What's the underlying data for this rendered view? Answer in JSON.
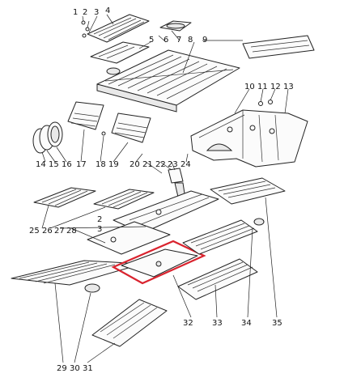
{
  "colors": {
    "highlight": "#d9232e",
    "line": "#222222",
    "paper": "#ffffff"
  },
  "callouts": [
    {
      "id": "c1",
      "text": "1"
    },
    {
      "id": "c2",
      "text": "2"
    },
    {
      "id": "c3",
      "text": "3"
    },
    {
      "id": "c4",
      "text": "4"
    },
    {
      "id": "c5",
      "text": "5"
    },
    {
      "id": "c6",
      "text": "6"
    },
    {
      "id": "c7",
      "text": "7"
    },
    {
      "id": "c8",
      "text": "8"
    },
    {
      "id": "c9",
      "text": "9"
    },
    {
      "id": "c10",
      "text": "10"
    },
    {
      "id": "c11",
      "text": "11"
    },
    {
      "id": "c12",
      "text": "12"
    },
    {
      "id": "c13",
      "text": "13"
    },
    {
      "id": "c14",
      "text": "14"
    },
    {
      "id": "c15",
      "text": "15"
    },
    {
      "id": "c16",
      "text": "16"
    },
    {
      "id": "c17",
      "text": "17"
    },
    {
      "id": "c18",
      "text": "18"
    },
    {
      "id": "c19",
      "text": "19"
    },
    {
      "id": "c20",
      "text": "20"
    },
    {
      "id": "c21",
      "text": "21"
    },
    {
      "id": "c22",
      "text": "22"
    },
    {
      "id": "c23",
      "text": "23"
    },
    {
      "id": "c24",
      "text": "24"
    },
    {
      "id": "c25",
      "text": "25"
    },
    {
      "id": "c26",
      "text": "26"
    },
    {
      "id": "c27",
      "text": "27"
    },
    {
      "id": "c28",
      "text": "28"
    },
    {
      "id": "c2b",
      "text": "2"
    },
    {
      "id": "c3b",
      "text": "3"
    },
    {
      "id": "c29",
      "text": "29"
    },
    {
      "id": "c30",
      "text": "30"
    },
    {
      "id": "c31",
      "text": "31"
    },
    {
      "id": "c32",
      "text": "32"
    },
    {
      "id": "c33",
      "text": "33"
    },
    {
      "id": "c34",
      "text": "34"
    },
    {
      "id": "c35",
      "text": "35"
    }
  ],
  "highlighted_part": "32"
}
